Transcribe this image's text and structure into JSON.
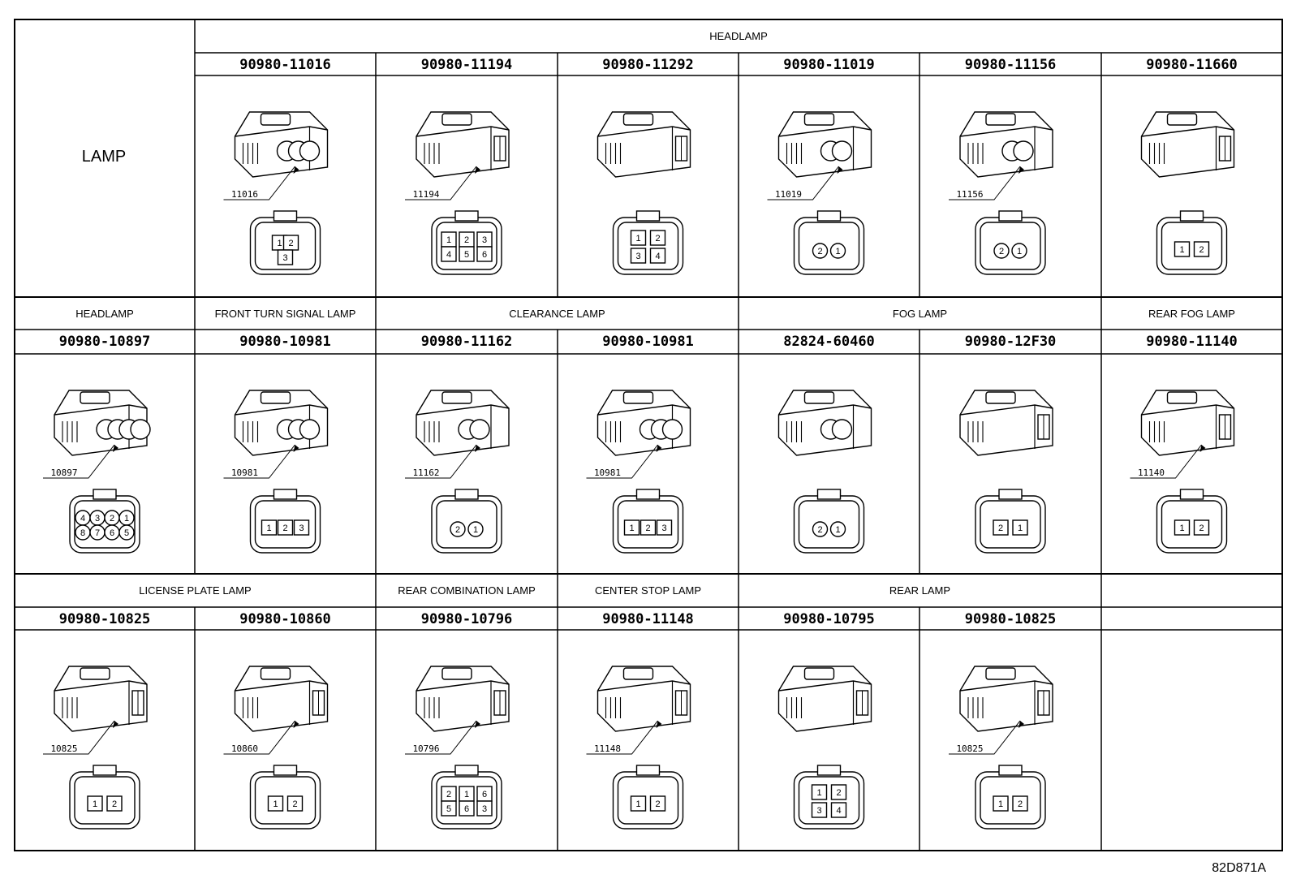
{
  "corner_label": "LAMP",
  "drawing_code": "82D871A",
  "rows": [
    {
      "groups": [
        {
          "label": "HEADLAMP",
          "span": 6
        }
      ],
      "cells": [
        {
          "part": "90980-11016",
          "callout": "11016",
          "pins": [
            "1",
            "2",
            "3"
          ],
          "pin_style": "tri"
        },
        {
          "part": "90980-11194",
          "callout": "11194",
          "pins": [
            "1",
            "2",
            "3",
            "4",
            "5",
            "6"
          ],
          "pin_style": "grid6"
        },
        {
          "part": "90980-11292",
          "callout": "",
          "pins": [
            "1",
            "2",
            "3",
            "4"
          ],
          "pin_style": "grid4"
        },
        {
          "part": "90980-11019",
          "callout": "11019",
          "pins": [
            "2",
            "1"
          ],
          "pin_style": "round2"
        },
        {
          "part": "90980-11156",
          "callout": "11156",
          "pins": [
            "2",
            "1"
          ],
          "pin_style": "round2"
        },
        {
          "part": "90980-11660",
          "callout": "",
          "pins": [
            "1",
            "2"
          ],
          "pin_style": "flat2"
        }
      ]
    },
    {
      "groups": [
        {
          "label": "HEADLAMP",
          "span": 1
        },
        {
          "label": "FRONT TURN SIGNAL LAMP",
          "span": 1
        },
        {
          "label": "CLEARANCE LAMP",
          "span": 2
        },
        {
          "label": "FOG LAMP",
          "span": 2
        },
        {
          "label": "REAR FOG LAMP",
          "span": 1
        }
      ],
      "cells": [
        {
          "part": "90980-10897",
          "callout": "10897",
          "pins": [
            "4",
            "3",
            "2",
            "1",
            "8",
            "7",
            "6",
            "5"
          ],
          "pin_style": "round8"
        },
        {
          "part": "90980-10981",
          "callout": "10981",
          "pins": [
            "1",
            "2",
            "3"
          ],
          "pin_style": "row3"
        },
        {
          "part": "90980-11162",
          "callout": "11162",
          "pins": [
            "2",
            "1"
          ],
          "pin_style": "round2"
        },
        {
          "part": "90980-10981",
          "callout": "10981",
          "pins": [
            "1",
            "2",
            "3"
          ],
          "pin_style": "row3"
        },
        {
          "part": "82824-60460",
          "callout": "",
          "pins": [
            "2",
            "1"
          ],
          "pin_style": "round2"
        },
        {
          "part": "90980-12F30",
          "callout": "",
          "pins": [
            "2",
            "1"
          ],
          "pin_style": "flat2"
        },
        {
          "part": "90980-11140",
          "callout": "11140",
          "pins": [
            "1",
            "2"
          ],
          "pin_style": "flat2"
        }
      ]
    },
    {
      "groups": [
        {
          "label": "LICENSE PLATE LAMP",
          "span": 2
        },
        {
          "label": "REAR COMBINATION LAMP",
          "span": 1
        },
        {
          "label": "CENTER STOP LAMP",
          "span": 1
        },
        {
          "label": "REAR LAMP",
          "span": 2
        },
        {
          "label": "",
          "span": 1
        }
      ],
      "cells": [
        {
          "part": "90980-10825",
          "callout": "10825",
          "pins": [
            "1",
            "2"
          ],
          "pin_style": "flat2"
        },
        {
          "part": "90980-10860",
          "callout": "10860",
          "pins": [
            "1",
            "2"
          ],
          "pin_style": "flat2"
        },
        {
          "part": "90980-10796",
          "callout": "10796",
          "pins": [
            "2",
            "1",
            "6",
            "5",
            "6",
            "3"
          ],
          "pin_style": "grid6"
        },
        {
          "part": "90980-11148",
          "callout": "11148",
          "pins": [
            "1",
            "2"
          ],
          "pin_style": "flat2"
        },
        {
          "part": "90980-10795",
          "callout": "",
          "pins": [
            "1",
            "2",
            "3",
            "4"
          ],
          "pin_style": "grid4"
        },
        {
          "part": "90980-10825",
          "callout": "10825",
          "pins": [
            "1",
            "2"
          ],
          "pin_style": "flat2"
        },
        {
          "part": "",
          "callout": "",
          "pins": [],
          "pin_style": "none"
        }
      ]
    }
  ]
}
